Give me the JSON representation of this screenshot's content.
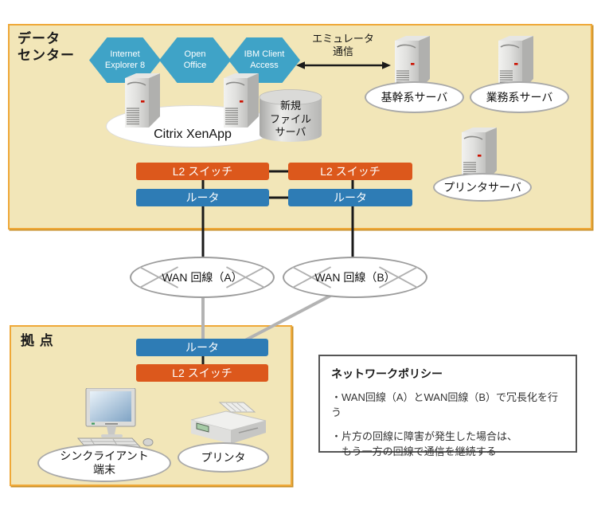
{
  "zones": {
    "datacenter": {
      "line1": "データ",
      "line2": "センター"
    },
    "branch": {
      "label": "拠 点"
    }
  },
  "hexagons": [
    {
      "line1": "Internet",
      "line2": "Explorer 8"
    },
    {
      "line1": "Open",
      "line2": "Office"
    },
    {
      "line1": "IBM Client",
      "line2": "Access"
    }
  ],
  "emulator": {
    "line1": "エミュレータ",
    "line2": "通信"
  },
  "citrix_label": "Citrix XenApp",
  "file_server": {
    "line1": "新規",
    "line2": "ファイル",
    "line3": "サーバ"
  },
  "server_labels": {
    "core": "基幹系サーバ",
    "business": "業務系サーバ",
    "print": "プリンタサーバ"
  },
  "network_nodes": {
    "dc_l2_left": "L2 スイッチ",
    "dc_l2_right": "L2 スイッチ",
    "dc_router_left": "ルータ",
    "dc_router_right": "ルータ",
    "wan_a": "WAN 回線（A）",
    "wan_b": "WAN 回線（B）",
    "branch_router": "ルータ",
    "branch_l2": "L2 スイッチ"
  },
  "branch_devices": {
    "thin_client_line1": "シンクライアント",
    "thin_client_line2": "端末",
    "printer": "プリンタ"
  },
  "policy": {
    "title": "ネットワークポリシー",
    "bullet1": "・WAN回線（A）とWAN回線（B）で冗長化を行う",
    "bullet2_line1": "・片方の回線に障害が発生した場合は、",
    "bullet2_line2": "もう一方の回線で通信を継続する"
  },
  "colors": {
    "zone_fill": "#F2E6B8",
    "zone_border": "#EFA838",
    "hexagon": "#3FA3C7",
    "l2_switch": "#DC581C",
    "router": "#2E7CB5",
    "line_black": "#1A1A1A",
    "line_gray": "#B3B3B3"
  }
}
